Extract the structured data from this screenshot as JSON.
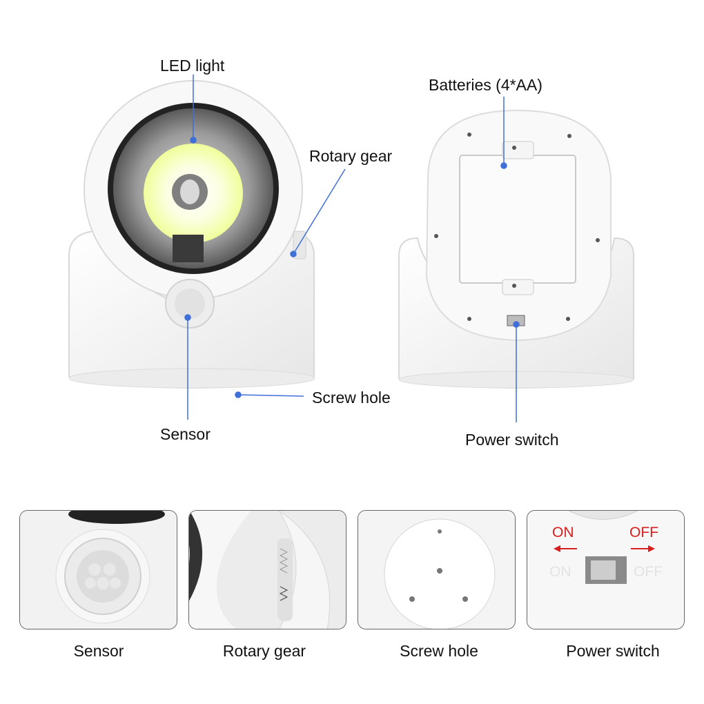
{
  "colors": {
    "accent_line": "#3f6fd8",
    "switch_text": "#d81e1e"
  },
  "front_callouts": {
    "led": "LED light",
    "rotary": "Rotary gear",
    "screw": "Screw hole",
    "sensor": "Sensor"
  },
  "back_callouts": {
    "batteries": "Batteries (4*AA)",
    "power": "Power switch"
  },
  "thumbnails": [
    {
      "caption": "Sensor"
    },
    {
      "caption": "Rotary gear"
    },
    {
      "caption": "Screw hole"
    },
    {
      "caption": "Power switch"
    }
  ],
  "switch_panel": {
    "on": "ON",
    "off": "OFF"
  }
}
